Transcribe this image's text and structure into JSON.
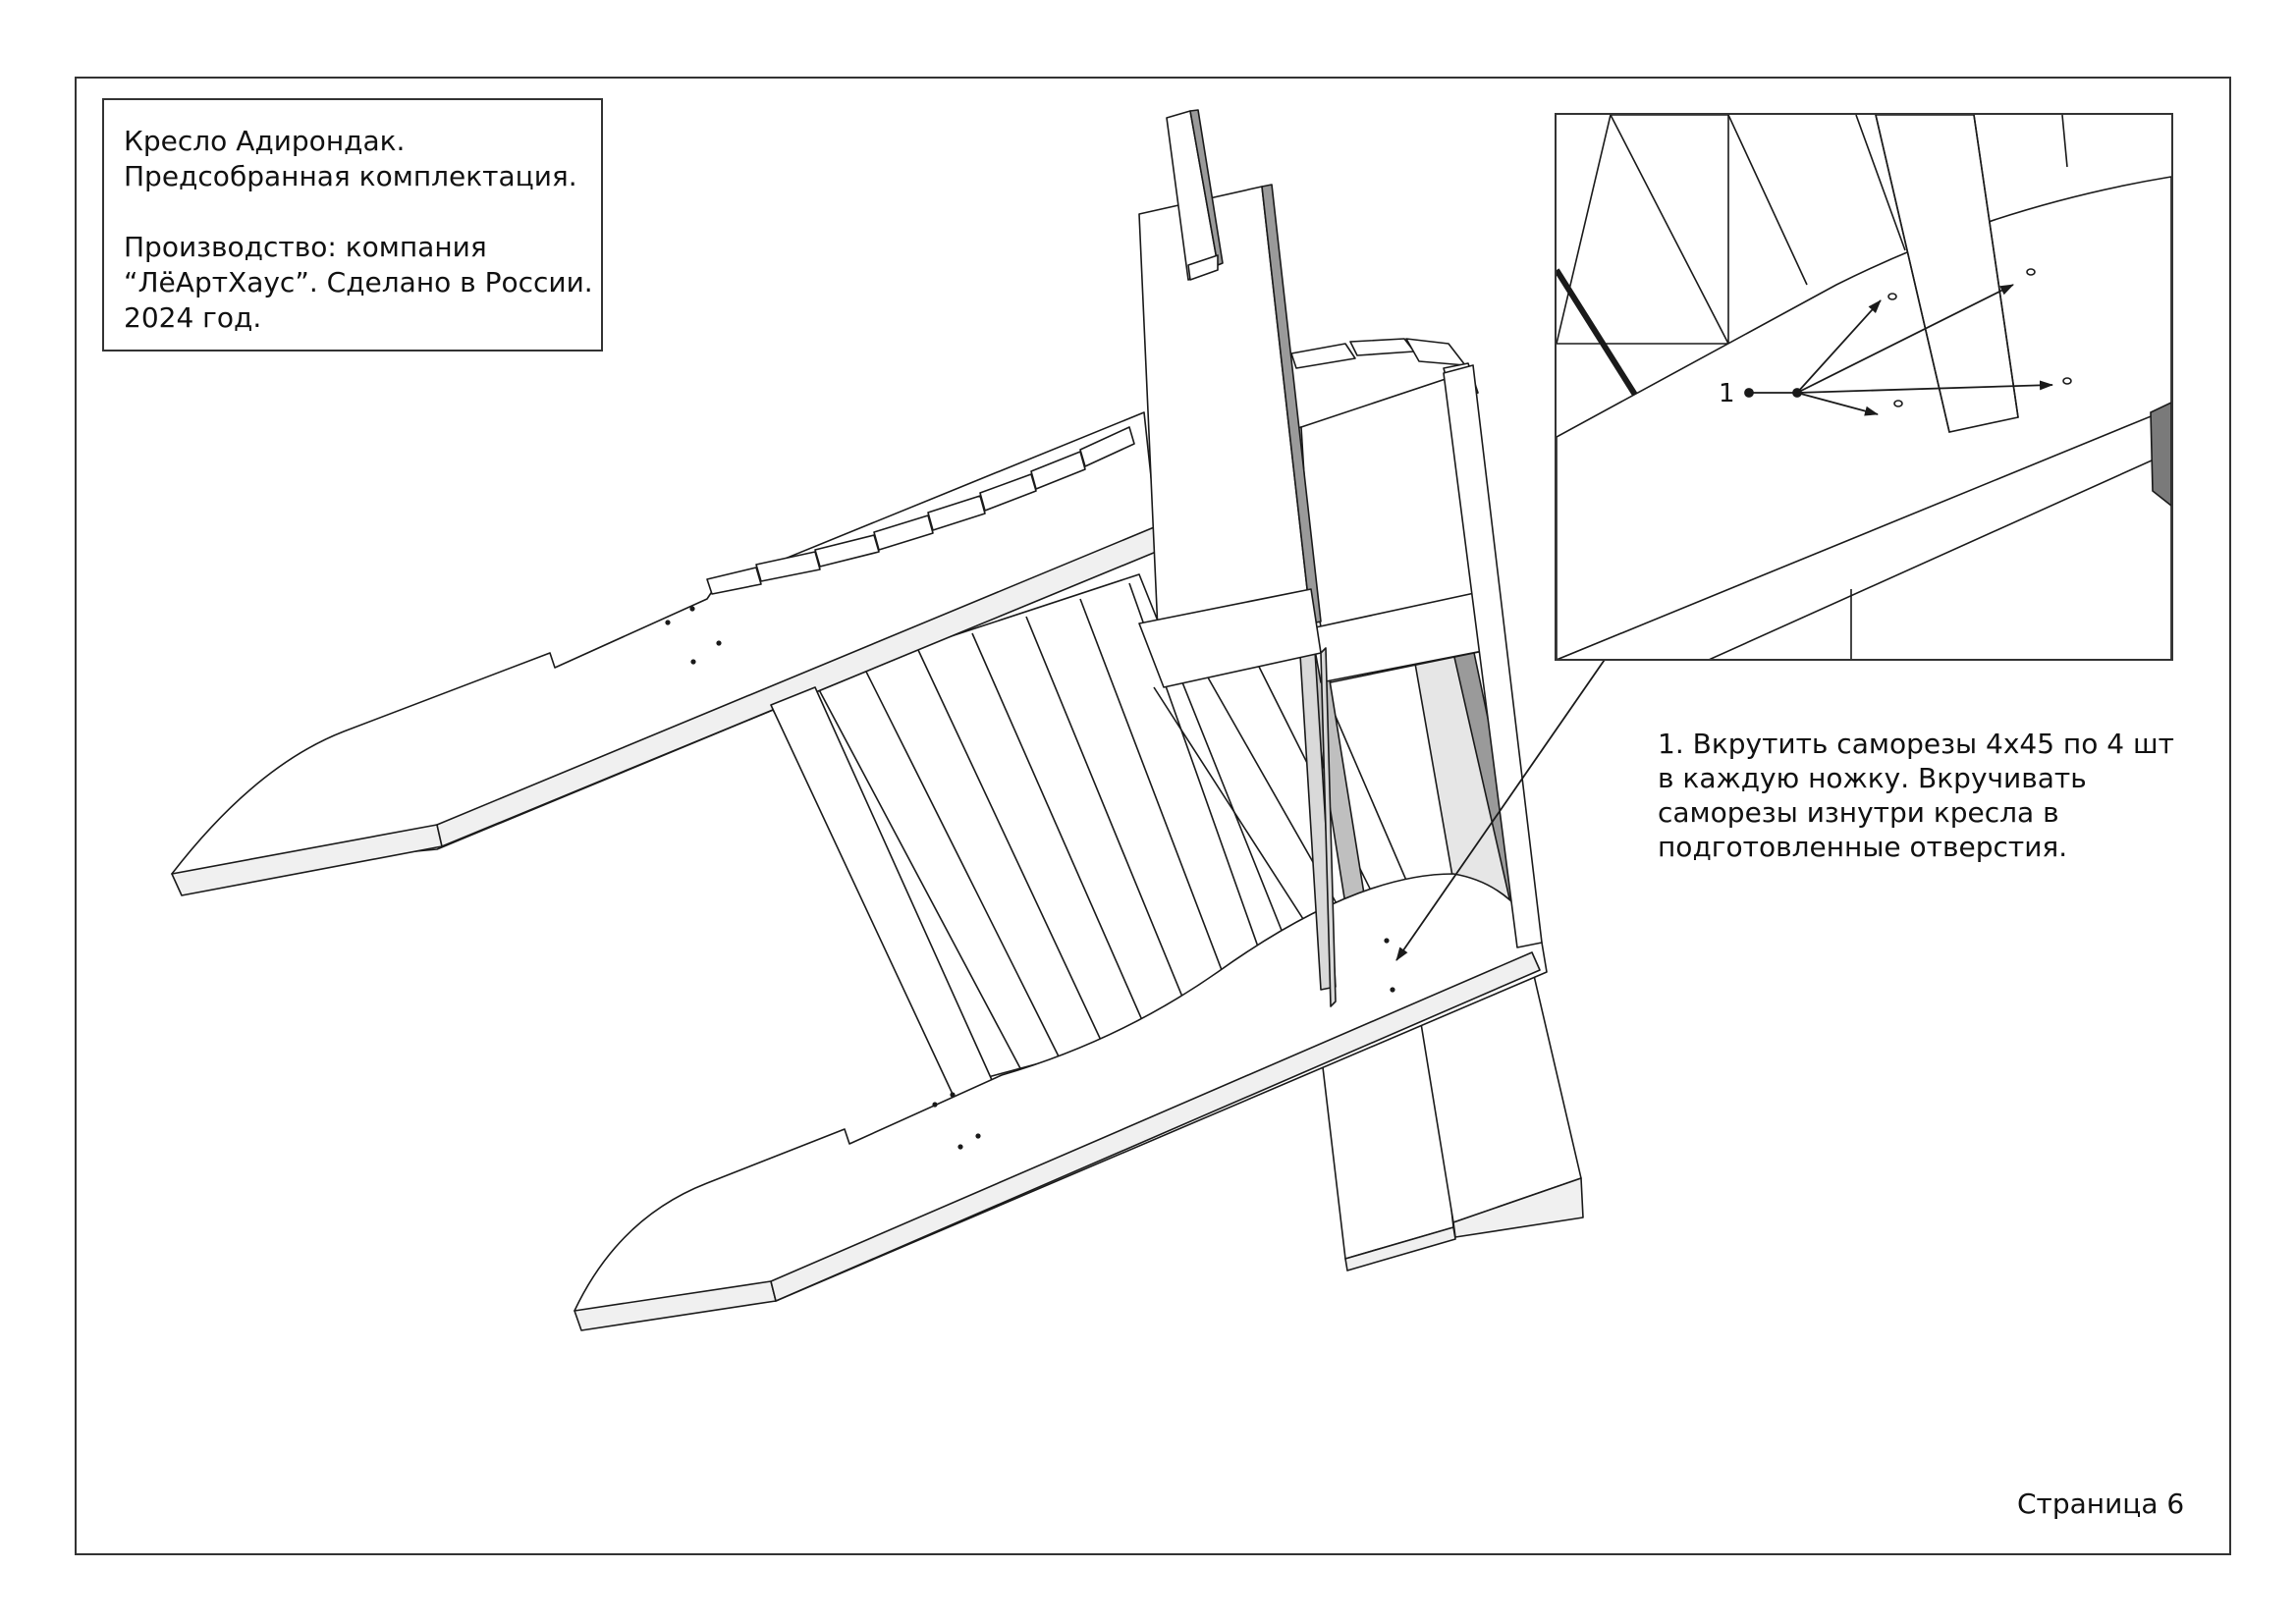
{
  "title_block": {
    "line1": "Кресло Адирондак.",
    "line2": "Предсобранная комплектация.",
    "line3": "Производство: компания",
    "line4": "“ЛёАртХаус”. Сделано в России.",
    "line5": "2024 год."
  },
  "instruction": {
    "line1": "1. Вкрутить саморезы 4x45 по 4 шт",
    "line2": "в каждую ножку. Вкручивать",
    "line3": "саморезы изнутри кресла в",
    "line4": "подготовленные отверстия."
  },
  "detail_callout": {
    "label": "1"
  },
  "page": {
    "label": "Страница 6"
  },
  "colors": {
    "line": "#1a1a1a",
    "face_light": "#ffffff",
    "face_mid": "#f0f0f0",
    "face_shade": "#d9d9d9",
    "face_dark": "#9a9a9a"
  }
}
